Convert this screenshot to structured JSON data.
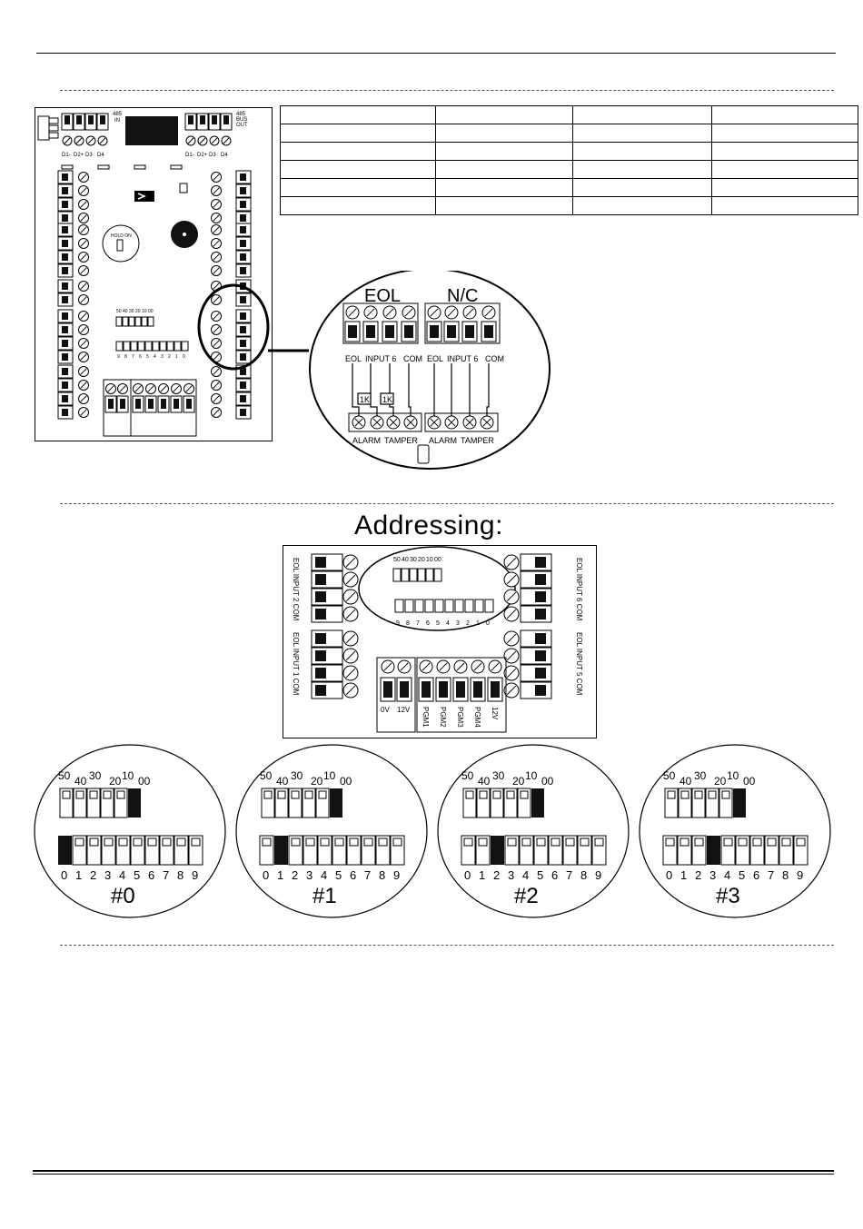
{
  "addressing_title": "Addressing:",
  "board": {
    "rs485_in": "485\nIN",
    "rs485_bus_out": "485\nBUS\nOUT",
    "bus_terminals": [
      "D1-",
      "D2+",
      "D3",
      "D4"
    ],
    "hold_label": "HOLD ON",
    "dip_top_labels": [
      "50",
      "40",
      "30",
      "20",
      "10",
      "00"
    ],
    "dip_bottom_labels": [
      "9",
      "8",
      "7",
      "6",
      "5",
      "4",
      "3",
      "2",
      "1",
      "0"
    ]
  },
  "inset": {
    "eol_title": "EOL",
    "nc_title": "N/C",
    "terminal_labels": [
      "EOL",
      "INPUT 6",
      "COM"
    ],
    "resistor_label": "1K",
    "bottom_labels": [
      "ALARM",
      "TAMPER"
    ]
  },
  "addressing_board": {
    "input2_label": "EOL  INPUT 2  COM",
    "input1_label": "EOL  INPUT 1  COM",
    "input6_label": "EOL  INPUT 6  COM",
    "input5_label": "EOL  INPUT 5  COM",
    "power_labels": [
      "0V",
      "12V"
    ],
    "pgm_labels": [
      "PGM1",
      "PGM2",
      "PGM3",
      "PGM4",
      "12V"
    ],
    "dip_top_labels": [
      "50",
      "40",
      "30",
      "20",
      "10",
      "00"
    ],
    "dip_bottom_labels": [
      "9",
      "8",
      "7",
      "6",
      "5",
      "4",
      "3",
      "2",
      "1",
      "0"
    ]
  },
  "address_examples": [
    {
      "label": "#0",
      "active_index": 0
    },
    {
      "label": "#1",
      "active_index": 1
    },
    {
      "label": "#2",
      "active_index": 2
    },
    {
      "label": "#3",
      "active_index": 3
    }
  ],
  "dip_top_labels": [
    "50",
    "40",
    "30",
    "20",
    "10",
    "00"
  ],
  "dip_digits": [
    "0",
    "1",
    "2",
    "3",
    "4",
    "5",
    "6",
    "7",
    "8",
    "9"
  ],
  "table": {
    "rows": 6,
    "cols": 4,
    "cells": []
  }
}
